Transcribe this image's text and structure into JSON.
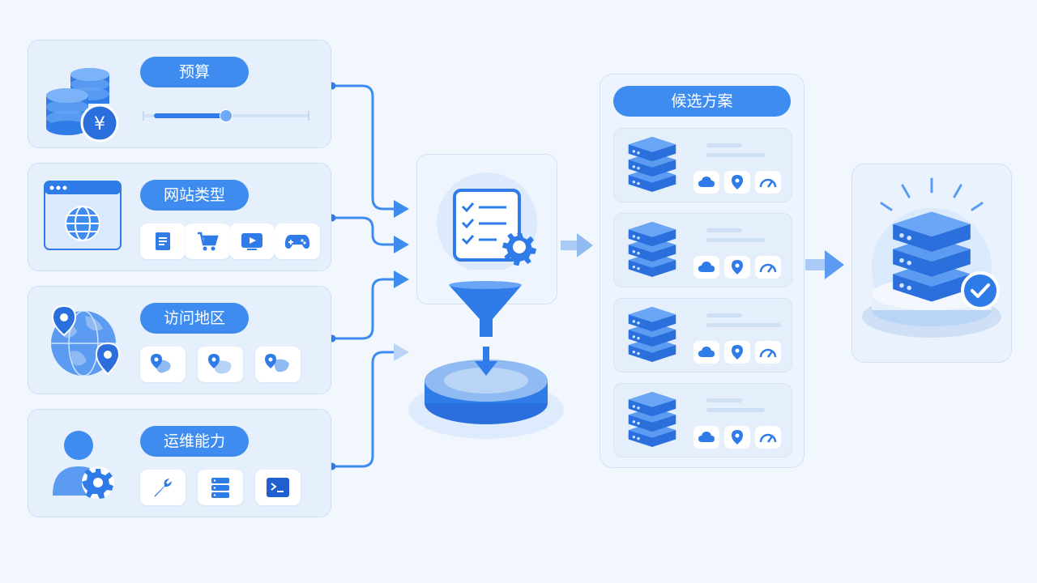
{
  "criteria": {
    "budget": {
      "label": "预算",
      "slider_value_fraction": 0.5
    },
    "site_type": {
      "label": "网站类型",
      "options": [
        "document-icon",
        "shopping-cart-icon",
        "video-play-icon",
        "gamepad-icon"
      ]
    },
    "region": {
      "label": "访问地区",
      "options": [
        "map-asia-pin-icon",
        "map-pin-cluster-icon",
        "map-region-icon"
      ]
    },
    "ops_skill": {
      "label": "运维能力",
      "options": [
        "wrench-icon",
        "server-rack-icon",
        "terminal-icon"
      ]
    }
  },
  "process": {
    "icons": [
      "checklist-gear-icon",
      "funnel-icon",
      "filter-platform-icon"
    ]
  },
  "candidates": {
    "label": "候选方案",
    "items": [
      {
        "icons": [
          "server-stack-icon",
          "cloud-icon",
          "location-pin-icon",
          "speed-gauge-icon"
        ]
      },
      {
        "icons": [
          "server-stack-icon",
          "cloud-icon",
          "location-pin-icon",
          "speed-gauge-icon"
        ]
      },
      {
        "icons": [
          "server-stack-icon",
          "cloud-icon",
          "location-pin-icon",
          "speed-gauge-icon"
        ]
      },
      {
        "icons": [
          "server-stack-icon",
          "cloud-icon",
          "location-pin-icon",
          "speed-gauge-icon"
        ]
      }
    ]
  },
  "result": {
    "icons": [
      "server-stack-icon",
      "check-badge-icon"
    ]
  },
  "colors": {
    "primary": "#2f7be8",
    "pill": "#3f8cf0",
    "card_bg": "#e6f0fc",
    "page_bg": "#f2f7fd"
  }
}
